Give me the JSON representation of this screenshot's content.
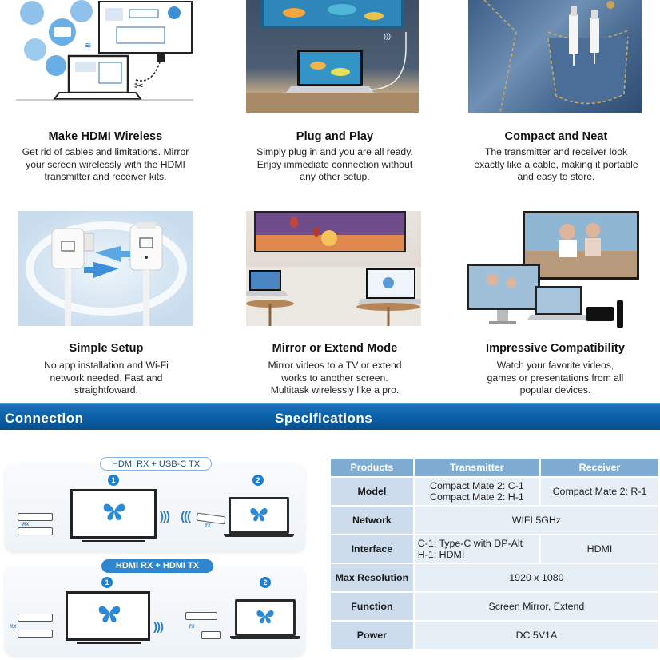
{
  "features": [
    {
      "title": "Make HDMI Wireless",
      "desc": [
        "Get rid of cables and limitations. Mirror",
        "your screen wirelessly with the HDMI",
        "transmitter and receiver kits."
      ]
    },
    {
      "title": "Plug and Play",
      "desc": [
        "Simply plug in and you are all ready.",
        "Enjoy immediate connection without",
        "any other setup."
      ]
    },
    {
      "title": "Compact and Neat",
      "desc": [
        "The transmitter and receiver look",
        "exactly like a cable, making it portable",
        "and easy to store."
      ]
    },
    {
      "title": "Simple Setup",
      "desc": [
        "No app installation and Wi-Fi",
        "network needed. Fast and",
        "straightfoward."
      ]
    },
    {
      "title": "Mirror or Extend Mode",
      "desc": [
        "Mirror videos to a TV or extend",
        "works to another screen.",
        "Multitask wirelessly like a pro."
      ]
    },
    {
      "title": "Impressive Compatibility",
      "desc": [
        "Watch your favorite videos,",
        "games or presentations from all",
        "popular devices."
      ]
    }
  ],
  "banner": {
    "connection": "Connection",
    "specifications": "Specifications"
  },
  "connection": {
    "diagram1": {
      "label": "HDMI RX + USB-C TX",
      "step1": "1",
      "step2": "2",
      "rx_tag": "RX",
      "tx_tag": "TX"
    },
    "diagram2": {
      "label": "HDMI RX + HDMI TX",
      "step1": "1",
      "step2": "2",
      "rx_tag": "RX",
      "tx_tag": "TX"
    }
  },
  "specs": {
    "headers": [
      "Products",
      "Transmitter",
      "Receiver"
    ],
    "model": {
      "label": "Model",
      "tx_line1": "Compact Mate 2: C-1",
      "tx_line2": "Compact Mate 2: H-1",
      "rx": "Compact Mate 2: R-1"
    },
    "network": {
      "label": "Network",
      "value": "WIFI 5GHz"
    },
    "interface": {
      "label": "Interface",
      "tx_line1": "C-1: Type-C with DP-Alt",
      "tx_line2": "H-1: HDMI",
      "rx": "HDMI"
    },
    "resolution": {
      "label": "Max Resolution",
      "value": "1920 x 1080"
    },
    "function": {
      "label": "Function",
      "value": "Screen Mirror, Extend"
    },
    "power": {
      "label": "Power",
      "value": "DC 5V1A"
    }
  },
  "colors": {
    "banner": "#0b5ea6",
    "table_header": "#7facd3",
    "table_row_head": "#cddcec",
    "table_cell": "#e6eef6",
    "accent": "#2b8ad8"
  },
  "icons": [
    "butterfly-icon",
    "wifi-waves-icon",
    "hdmi-dongle-icon",
    "usb-c-dongle-icon"
  ]
}
